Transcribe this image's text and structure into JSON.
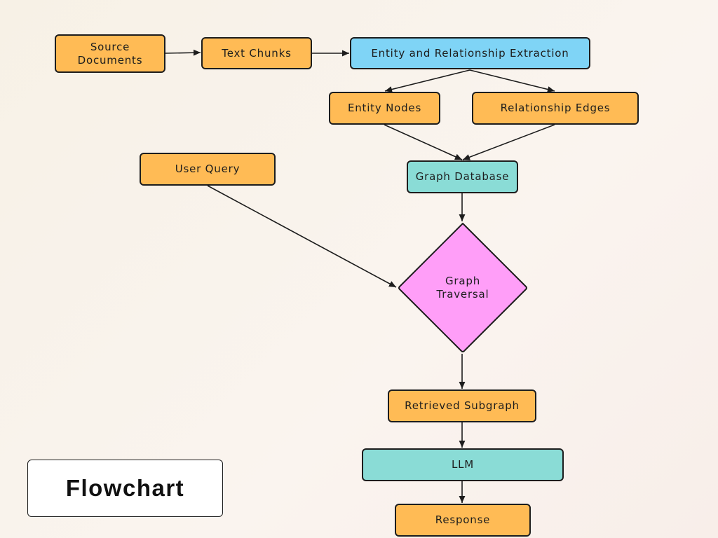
{
  "nodes": {
    "source_documents": "Source\nDocuments",
    "text_chunks": "Text Chunks",
    "extraction": "Entity and Relationship Extraction",
    "entity_nodes": "Entity Nodes",
    "relationship_edges": "Relationship Edges",
    "user_query": "User Query",
    "graph_database": "Graph Database",
    "graph_traversal": "Graph\nTraversal",
    "retrieved_subgraph": "Retrieved Subgraph",
    "llm": "LLM",
    "response": "Response"
  },
  "edges": [
    {
      "from": "source_documents",
      "to": "text_chunks"
    },
    {
      "from": "text_chunks",
      "to": "extraction"
    },
    {
      "from": "extraction",
      "to": "entity_nodes"
    },
    {
      "from": "extraction",
      "to": "relationship_edges"
    },
    {
      "from": "entity_nodes",
      "to": "graph_database"
    },
    {
      "from": "relationship_edges",
      "to": "graph_database"
    },
    {
      "from": "graph_database",
      "to": "graph_traversal"
    },
    {
      "from": "user_query",
      "to": "graph_traversal"
    },
    {
      "from": "graph_traversal",
      "to": "retrieved_subgraph"
    },
    {
      "from": "retrieved_subgraph",
      "to": "llm"
    },
    {
      "from": "llm",
      "to": "response"
    }
  ],
  "title": "Flowchart",
  "colors": {
    "process": "#ffbb55",
    "extraction": "#7fd4f6",
    "store": "#8adcd6",
    "decision": "#ff9ef8",
    "stroke": "#1d1d1d"
  }
}
